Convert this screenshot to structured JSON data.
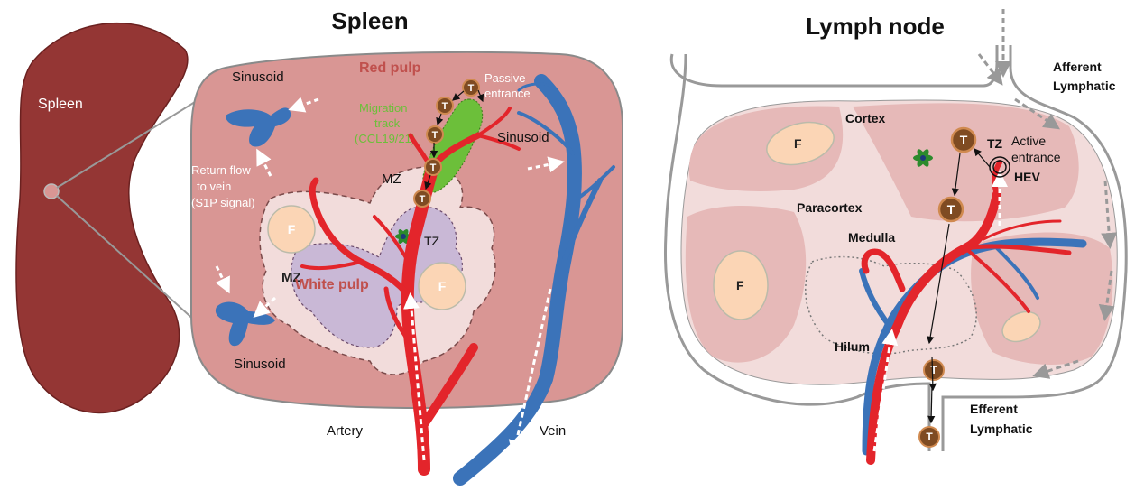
{
  "spleen": {
    "title": "Spleen",
    "organ_label": "Spleen",
    "red_pulp": "Red pulp",
    "white_pulp": "White pulp",
    "sinusoid_top": "Sinusoid",
    "sinusoid_right": "Sinusoid",
    "sinusoid_bottom": "Sinusoid",
    "return_flow_1": "Return flow",
    "return_flow_2": "to vein",
    "return_flow_3": "(S1P signal)",
    "passive_1": "Passive",
    "passive_2": "entrance",
    "migration_1": "Migration",
    "migration_2": "track",
    "migration_3": "(CCL19/21)",
    "mz_top": "MZ",
    "mz_left": "MZ",
    "tz": "TZ",
    "follicle_1": "F",
    "follicle_2": "F",
    "artery": "Artery",
    "vein": "Vein",
    "t_cell": "T"
  },
  "lymph_node": {
    "title": "Lymph node",
    "afferent_1": "Afferent",
    "afferent_2": "Lymphatic",
    "efferent_1": "Efferent",
    "efferent_2": "Lymphatic",
    "cortex": "Cortex",
    "paracortex": "Paracortex",
    "medulla": "Medulla",
    "hilum": "Hilum",
    "tz": "TZ",
    "active_1": "Active",
    "active_2": "entrance",
    "hev": "HEV",
    "follicle_1": "F",
    "follicle_2": "F",
    "t_cell": "T"
  },
  "colors": {
    "spleen_organ": "#943634",
    "red_pulp_fill": "#d99694",
    "white_pulp_fill": "#f2dcdb",
    "mz_fill": "#c9b8d6",
    "follicle_fill": "#fbd5b5",
    "artery": "#e3252b",
    "vein": "#3b73b9",
    "migration_track": "#6cbf3a",
    "t_cell": "#7f4b22",
    "node_capsule": "#999999",
    "node_cortex": "#e6b9b8"
  }
}
